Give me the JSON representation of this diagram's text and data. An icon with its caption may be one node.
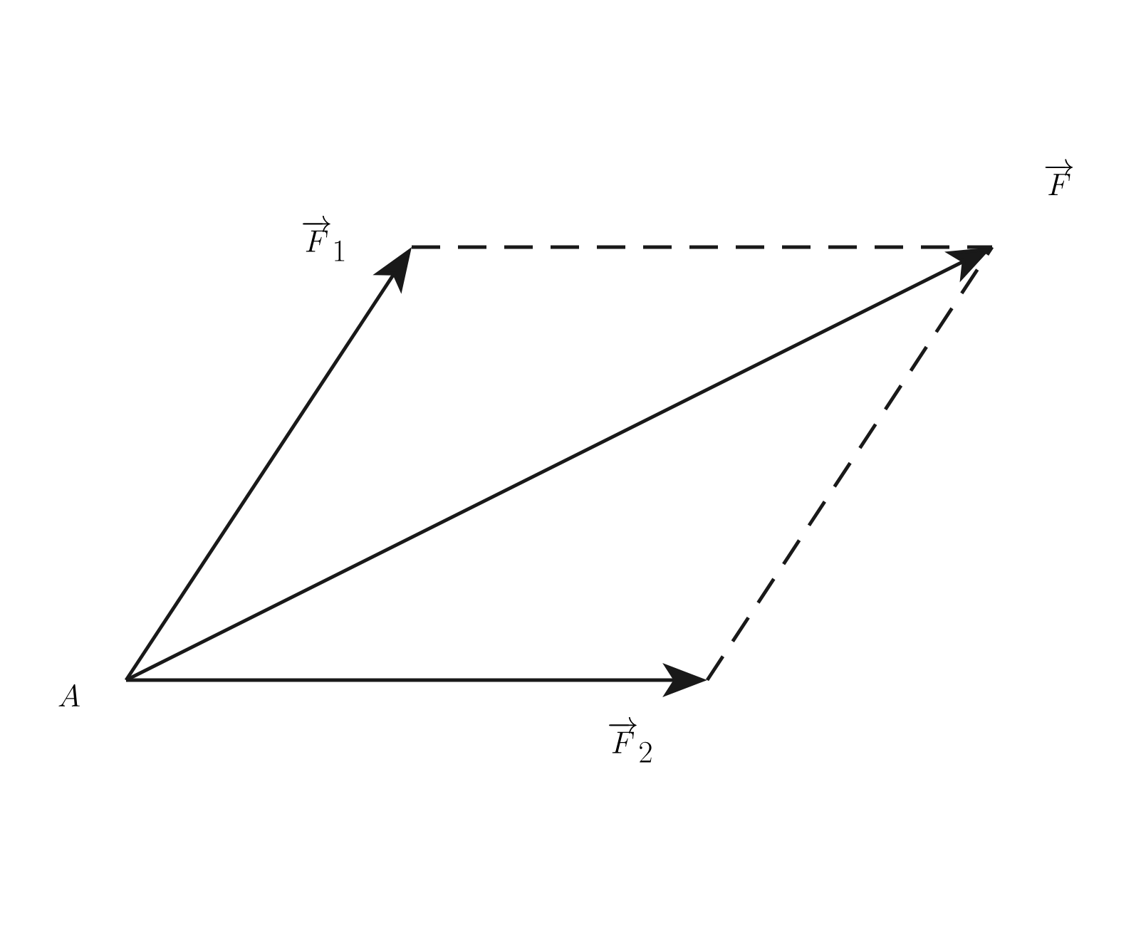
{
  "diagram": {
    "nodes": [
      {
        "text": [
          "A"
        ]
      },
      {
        "text": [
          "\\overrightarrow{F}_{1}"
        ]
      },
      {
        "text": [
          "\\overrightarrow{F}"
        ]
      },
      {
        "text": [
          "\\overrightarrow{F}_{2}"
        ]
      }
    ],
    "edges": [
      {
        "from": 0,
        "to": 1,
        "arrow": "to"
      },
      {
        "from": 0,
        "to": 2,
        "arrow": "to"
      },
      {
        "from": 0,
        "to": 3,
        "arrow": "to"
      },
      {
        "from": 1,
        "to": 2,
        "arrow": "none",
        "style": "dashed"
      },
      {
        "from": 3,
        "to": 2,
        "arrow": "none",
        "style": "dashed"
      }
    ]
  }
}
